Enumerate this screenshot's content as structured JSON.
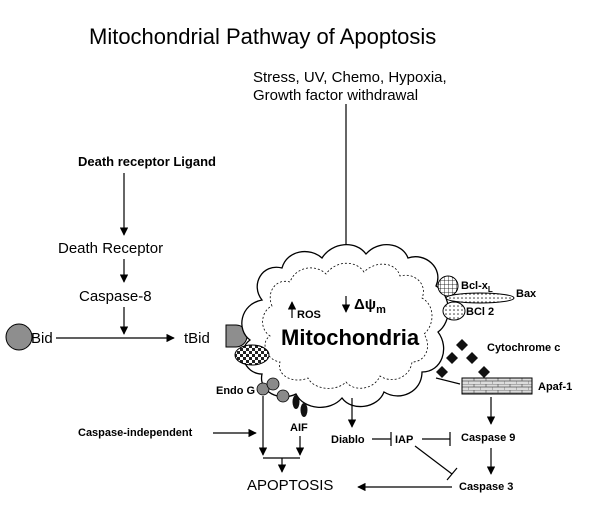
{
  "title": "Mitochondrial Pathway of Apoptosis",
  "stimuli": {
    "line1": "Stress, UV, Chemo, Hypoxia,",
    "line2": "Growth factor withdrawal"
  },
  "extrinsic": {
    "ligand": "Death receptor Ligand",
    "receptor": "Death Receptor",
    "caspase8": "Caspase-8",
    "bid": "Bid",
    "tbid": "tBid"
  },
  "mitochondria": {
    "label": "Mitochondria",
    "ros": "ROS",
    "delta_psi": "Δψ",
    "delta_psi_sub": "m"
  },
  "bcl_family": {
    "bclxl": "Bcl-x",
    "bclxl_sub": "L",
    "bax": "Bax",
    "bcl2": "BCl 2"
  },
  "effectors": {
    "cytochrome_c": "Cytochrome c",
    "apaf1": "Apaf-1",
    "caspase9": "Caspase 9",
    "caspase3": "Caspase 3",
    "endo_g": "Endo G",
    "aif": "AIF",
    "diablo": "Diablo",
    "iap": "IAP",
    "caspase_independent": "Caspase-independent",
    "apoptosis": "APOPTOSIS"
  }
}
